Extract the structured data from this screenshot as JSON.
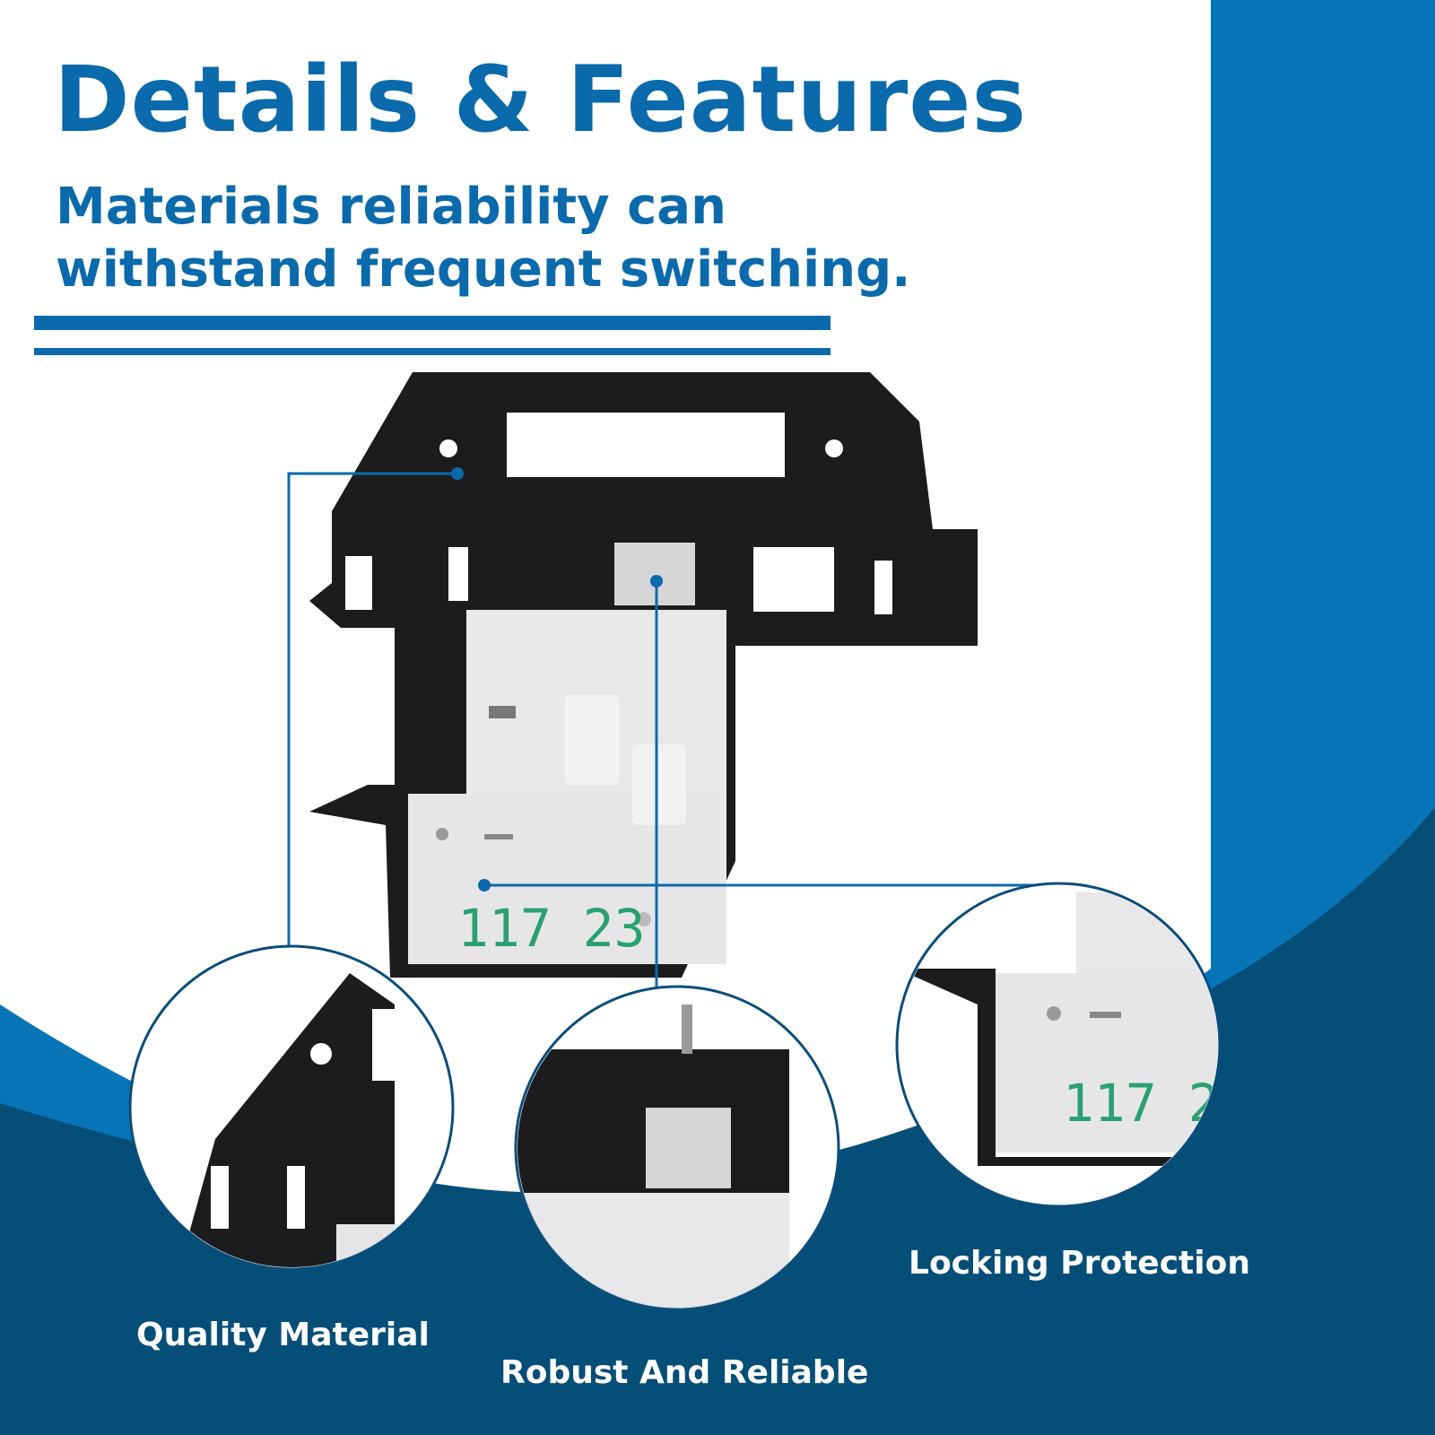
{
  "header": {
    "title": "Details & Features",
    "subtitle": "Materials reliability can withstand frequent switching."
  },
  "product": {
    "marking": "117 23"
  },
  "features": [
    {
      "label": "Quality Material"
    },
    {
      "label": "Robust And Reliable"
    },
    {
      "label": "Locking Protection"
    }
  ],
  "colors": {
    "accent": "#0a6aab",
    "band": "#0775b8",
    "navy": "#054e78"
  }
}
